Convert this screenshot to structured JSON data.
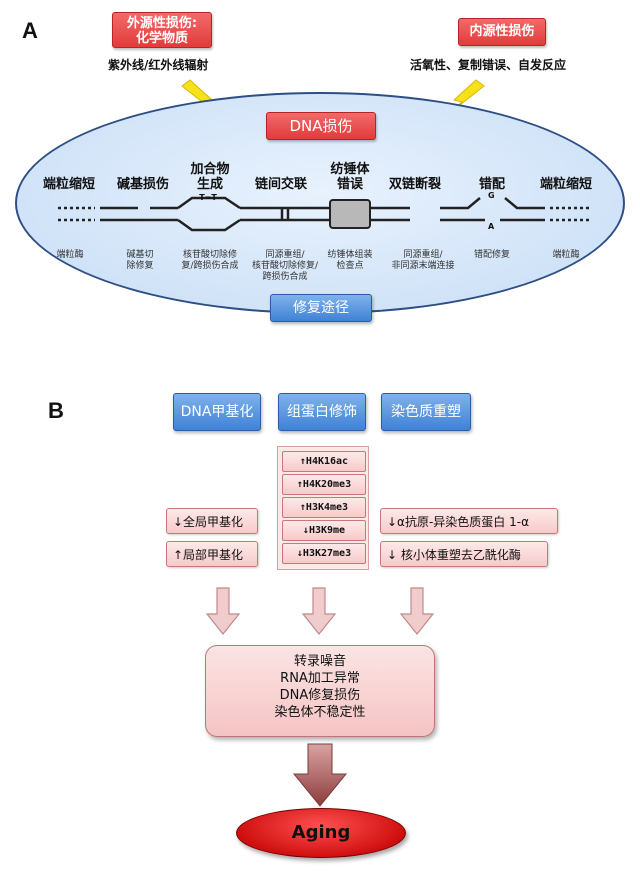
{
  "panelA": {
    "label": "A",
    "exogenous_title_line1": "外源性损伤:",
    "exogenous_title_line2": "化学物质",
    "exogenous_cause": "紫外线/红外线辐射",
    "endogenous_title": "内源性损伤",
    "endogenous_cause": "活氧性、复制错误、自发反应",
    "dna_damage": "DNA损伤",
    "repair_pathway": "修复途径",
    "damage_types": [
      {
        "line1": "端粒缩短",
        "line2": ""
      },
      {
        "line1": "碱基损伤",
        "line2": ""
      },
      {
        "line1": "加合物",
        "line2": "生成"
      },
      {
        "line1": "链间交联",
        "line2": ""
      },
      {
        "line1": "纺锤体",
        "line2": "错误"
      },
      {
        "line1": "双链断裂",
        "line2": ""
      },
      {
        "line1": "错配",
        "line2": ""
      },
      {
        "line1": "端粒缩短",
        "line2": ""
      }
    ],
    "repair_types": [
      {
        "line1": "端粒酶",
        "line2": "",
        "line3": ""
      },
      {
        "line1": "碱基切",
        "line2": "除修复",
        "line3": ""
      },
      {
        "line1": "核苷酸切除修",
        "line2": "复/跨损伤合成",
        "line3": ""
      },
      {
        "line1": "同源重组/",
        "line2": "核苷酸切除修复/",
        "line3": "跨损伤合成"
      },
      {
        "line1": "纺锤体组装",
        "line2": "检查点",
        "line3": ""
      },
      {
        "line1": "同源重组/",
        "line2": "非同源末端连接",
        "line3": ""
      },
      {
        "line1": "错配修复",
        "line2": "",
        "line3": ""
      },
      {
        "line1": "端粒酶",
        "line2": "",
        "line3": ""
      }
    ],
    "adduct_mark": "T=T",
    "mismatch_top": "G",
    "mismatch_bottom": "A"
  },
  "panelB": {
    "label": "B",
    "categories": [
      "DNA甲基化",
      "组蛋白修饰",
      "染色质重塑"
    ],
    "methylation": [
      "↓全局甲基化",
      "↑局部甲基化"
    ],
    "histone_mods": [
      "↑H4K16ac",
      "↑H4K20me3",
      "↑H3K4me3",
      "↓H3K9me",
      "↓H3K27me3"
    ],
    "chromatin": [
      "↓α抗原-异染色质蛋白 1-α",
      "↓ 核小体重塑去乙酰化酶"
    ],
    "results": [
      "转录噪音",
      "RNA加工异常",
      "DNA修复损伤",
      "染色体不稳定性"
    ],
    "outcome": "Aging"
  },
  "colors": {
    "red": "#e23b3b",
    "blue": "#3f82d6",
    "ellipse": "#d6e8fb",
    "pink": "#f8caca",
    "arrow": "#e8b5b5",
    "dark_arrow": "#a05050",
    "lightning": "#f7e21a"
  }
}
